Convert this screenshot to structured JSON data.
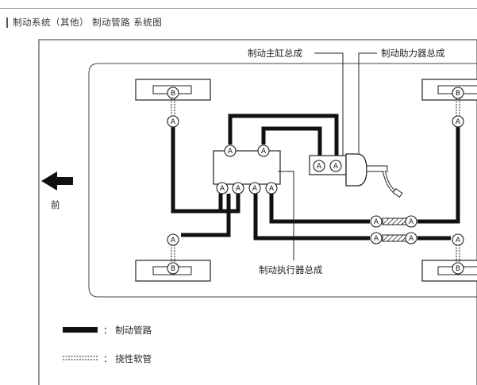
{
  "header": {
    "title": "制动系统（其他） 制动管路 系统图"
  },
  "diagram": {
    "labels": {
      "master_cylinder": "制动主缸总成",
      "brake_booster": "制动助力器总成",
      "actuator": "制动执行器总成",
      "front": "前"
    },
    "connector_a": "A",
    "connector_b": "B"
  },
  "legend": {
    "brake_line": "： 制动管路",
    "flexible_hose": "： 挠性软管"
  }
}
